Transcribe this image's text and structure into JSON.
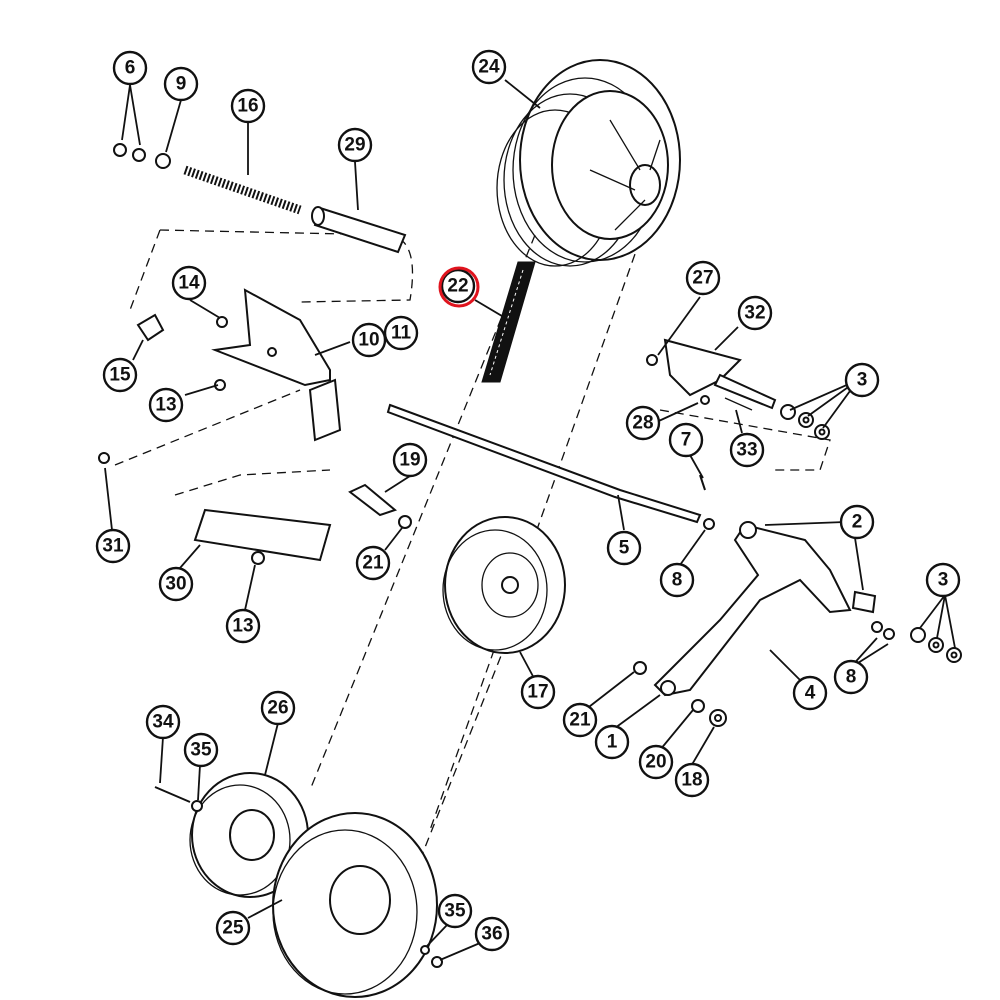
{
  "highlight_color": "#e0141e",
  "highlighted_callout": "22",
  "callouts": {
    "c1": "1",
    "c2": "2",
    "c3a": "3",
    "c3b": "3",
    "c4": "4",
    "c5": "5",
    "c6": "6",
    "c7": "7",
    "c8a": "8",
    "c8b": "8",
    "c9": "9",
    "c10": "10",
    "c11": "11",
    "c13a": "13",
    "c13b": "13",
    "c14": "14",
    "c15": "15",
    "c16": "16",
    "c17": "17",
    "c18": "18",
    "c19": "19",
    "c20": "20",
    "c21a": "21",
    "c21b": "21",
    "c22": "22",
    "c24": "24",
    "c25": "25",
    "c26": "26",
    "c27": "27",
    "c28": "28",
    "c29": "29",
    "c30": "30",
    "c31": "31",
    "c32": "32",
    "c33": "33",
    "c34": "34",
    "c35a": "35",
    "c35b": "35",
    "c36": "36"
  }
}
